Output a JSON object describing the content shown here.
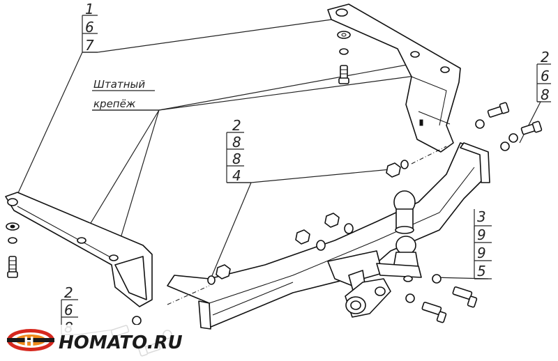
{
  "callouts": {
    "top_left": [
      "1",
      "6",
      "7"
    ],
    "right_top": [
      "2",
      "6",
      "8"
    ],
    "middle": [
      "2",
      "8",
      "8",
      "4"
    ],
    "right_bottom": [
      "3",
      "9",
      "9",
      "5"
    ],
    "bottom_left": [
      "2",
      "6",
      "8"
    ]
  },
  "standard_fastener_label": [
    "Штатный",
    "крепёж"
  ],
  "logo": {
    "text": "HOMATO.RU",
    "colors": {
      "red": "#d6281e",
      "orange": "#f08a1c",
      "dark": "#1a1a1a"
    }
  }
}
